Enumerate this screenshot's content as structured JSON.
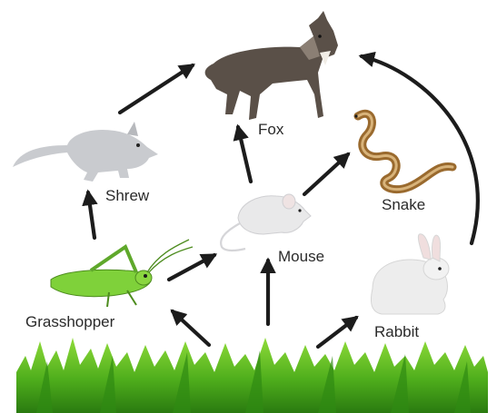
{
  "organisms": {
    "fox": "Fox",
    "shrew": "Shrew",
    "snake": "Snake",
    "mouse": "Mouse",
    "rabbit": "Rabbit",
    "grasshopper": "Grasshopper"
  },
  "icons": [
    "fox-icon",
    "shrew-icon",
    "snake-icon",
    "mouse-icon",
    "rabbit-icon",
    "grasshopper-icon",
    "grass-icon"
  ],
  "colors": {
    "arrow": "#1c1c1c",
    "grass_light": "#7ccf2a",
    "grass_dark": "#2f8a12",
    "fox_body": "#5a5048",
    "snake_body": "#9a6a2e",
    "grasshopper_body": "#7fd13a",
    "shrew_body": "#c9cbcf",
    "mouse_body": "#e9e9ea",
    "rabbit_body": "#ededed"
  }
}
